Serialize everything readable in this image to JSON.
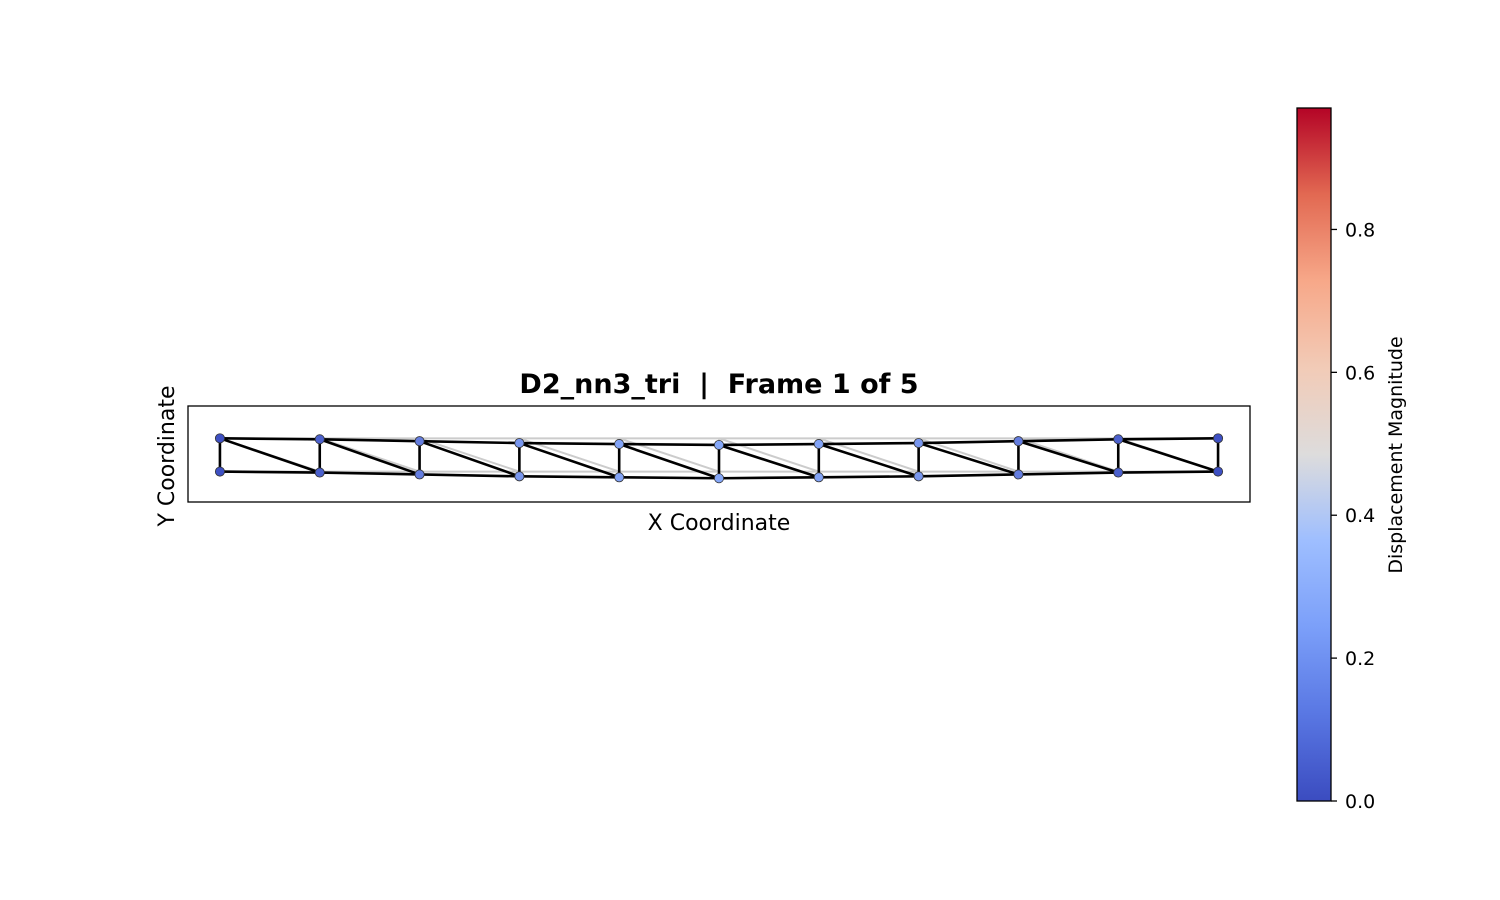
{
  "chart_data": {
    "type": "scatter",
    "subtype": "truss-mesh-deformation",
    "title": "D2_nn3_tri  |  Frame 1 of 5",
    "xlabel": "X Coordinate",
    "ylabel": "Y Coordinate",
    "x_ticks_visible": false,
    "y_ticks_visible": false,
    "xlim": [
      -0.32,
      10.32
    ],
    "ylim": [
      -0.32,
      0.69
    ],
    "colorbar": {
      "label": "Displacement Magnitude",
      "colormap": "coolwarm",
      "range": [
        0.0,
        0.97
      ],
      "ticks": [
        "0.0",
        "0.2",
        "0.4",
        "0.6",
        "0.8"
      ],
      "tick_values": [
        0.0,
        0.2,
        0.4,
        0.6,
        0.8
      ],
      "colors": {
        "0.0": "#3b4cc0",
        "0.25": "#8db0fe",
        "0.5": "#dddcdc",
        "0.75": "#f4987a",
        "1.0": "#b40426"
      }
    },
    "undeformed_nodes": {
      "x": [
        0,
        1,
        2,
        3,
        4,
        5,
        6,
        7,
        8,
        9,
        10,
        0,
        1,
        2,
        3,
        4,
        5,
        6,
        7,
        8,
        9,
        10
      ],
      "y": [
        0,
        0,
        0,
        0,
        0,
        0,
        0,
        0,
        0,
        0,
        0,
        0.35,
        0.35,
        0.35,
        0.35,
        0.35,
        0.35,
        0.35,
        0.35,
        0.35,
        0.35,
        0.35
      ]
    },
    "deformed_nodes": {
      "x": [
        0,
        1,
        2,
        3,
        4,
        5,
        6,
        7,
        8,
        9,
        10,
        0,
        1,
        2,
        3,
        4,
        5,
        6,
        7,
        8,
        9,
        10
      ],
      "y": [
        0.0,
        -0.01,
        -0.03,
        -0.05,
        -0.06,
        -0.07,
        -0.06,
        -0.05,
        -0.03,
        -0.01,
        0.0,
        0.35,
        0.34,
        0.32,
        0.3,
        0.29,
        0.28,
        0.29,
        0.3,
        0.32,
        0.34,
        0.35
      ],
      "displacement": [
        0.01,
        0.05,
        0.12,
        0.18,
        0.21,
        0.22,
        0.21,
        0.18,
        0.12,
        0.05,
        0.01,
        0.01,
        0.05,
        0.12,
        0.18,
        0.21,
        0.22,
        0.21,
        0.18,
        0.12,
        0.05,
        0.01
      ]
    },
    "elements": [
      [
        0,
        1
      ],
      [
        1,
        2
      ],
      [
        2,
        3
      ],
      [
        3,
        4
      ],
      [
        4,
        5
      ],
      [
        5,
        6
      ],
      [
        6,
        7
      ],
      [
        7,
        8
      ],
      [
        8,
        9
      ],
      [
        9,
        10
      ],
      [
        11,
        12
      ],
      [
        12,
        13
      ],
      [
        13,
        14
      ],
      [
        14,
        15
      ],
      [
        15,
        16
      ],
      [
        16,
        17
      ],
      [
        17,
        18
      ],
      [
        18,
        19
      ],
      [
        19,
        20
      ],
      [
        20,
        21
      ],
      [
        0,
        11
      ],
      [
        1,
        12
      ],
      [
        2,
        13
      ],
      [
        3,
        14
      ],
      [
        4,
        15
      ],
      [
        5,
        16
      ],
      [
        6,
        17
      ],
      [
        7,
        18
      ],
      [
        8,
        19
      ],
      [
        9,
        20
      ],
      [
        10,
        21
      ],
      [
        11,
        1
      ],
      [
        12,
        2
      ],
      [
        13,
        3
      ],
      [
        14,
        4
      ],
      [
        15,
        5
      ],
      [
        16,
        6
      ],
      [
        17,
        7
      ],
      [
        18,
        8
      ],
      [
        19,
        9
      ],
      [
        20,
        10
      ]
    ],
    "styles": {
      "undeformed_color": "#cccccc",
      "deformed_color": "#000000",
      "node_edge_color": "#333333"
    }
  }
}
